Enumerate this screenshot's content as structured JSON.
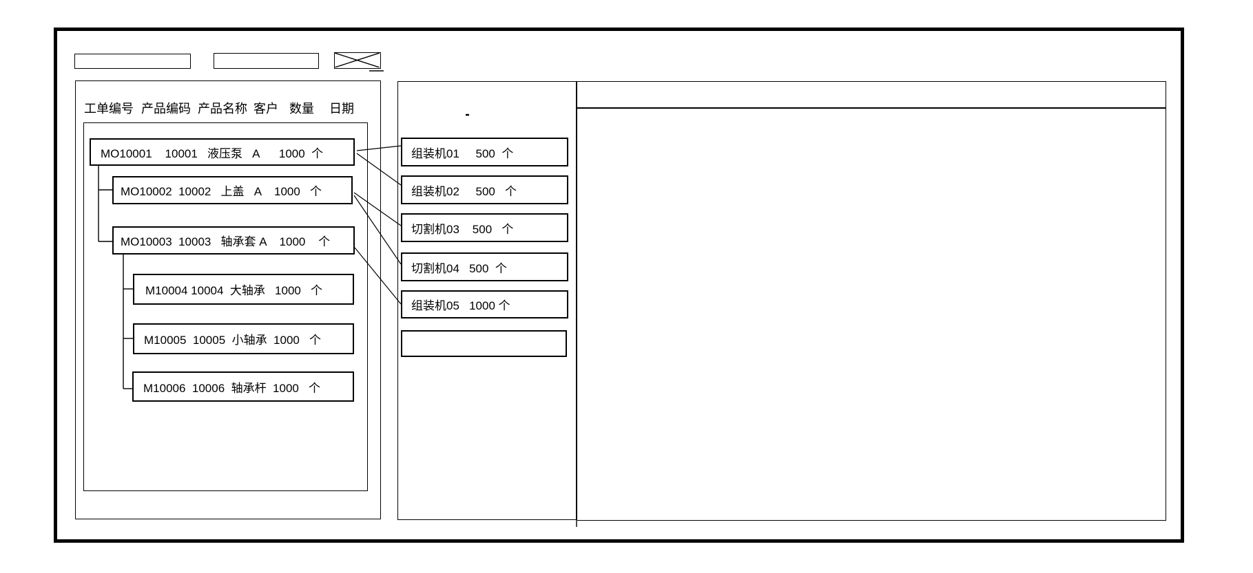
{
  "colors": {
    "line": "#000000",
    "background": "#ffffff"
  },
  "toolbar": {
    "field1_value": "",
    "field2_value": "",
    "close_box_value": ""
  },
  "left_panel": {
    "columns": [
      "工单编号",
      "产品编码",
      "产品名称",
      "客户",
      "数量",
      "日期"
    ],
    "work_orders": [
      {
        "order_no": "MO10001",
        "product_code": "10001",
        "product_name": "液压泵",
        "customer": "A",
        "qty": "1000",
        "unit": "个",
        "level": 0,
        "text": "MO10001    10001   液压泵   A      1000  个"
      },
      {
        "order_no": "MO10002",
        "product_code": "10002",
        "product_name": "上盖",
        "customer": "A",
        "qty": "1000",
        "unit": "个",
        "level": 1,
        "text": "MO10002  10002   上盖   A    1000   个"
      },
      {
        "order_no": "MO10003",
        "product_code": "10003",
        "product_name": "轴承套",
        "customer": "A",
        "qty": "1000",
        "unit": "个",
        "level": 1,
        "text": "MO10003  10003   轴承套 A    1000    个"
      },
      {
        "order_no": "M10004",
        "product_code": "10004",
        "product_name": "大轴承",
        "customer": "",
        "qty": "1000",
        "unit": "个",
        "level": 2,
        "text": "M10004 10004  大轴承   1000   个"
      },
      {
        "order_no": "M10005",
        "product_code": "10005",
        "product_name": "小轴承",
        "customer": "",
        "qty": "1000",
        "unit": "个",
        "level": 2,
        "text": "M10005  10005  小轴承  1000   个"
      },
      {
        "order_no": "M10006",
        "product_code": "10006",
        "product_name": "轴承杆",
        "customer": "",
        "qty": "1000",
        "unit": "个",
        "level": 2,
        "text": "M10006  10006  轴承杆  1000   个"
      }
    ]
  },
  "machine_panel": {
    "machines": [
      {
        "name": "组装机01",
        "qty": "500",
        "unit": "个",
        "text": "组装机01     500  个"
      },
      {
        "name": "组装机02",
        "qty": "500",
        "unit": "个",
        "text": "组装机02     500   个"
      },
      {
        "name": "切割机03",
        "qty": "500",
        "unit": "个",
        "text": "切割机03    500   个"
      },
      {
        "name": "切割机04",
        "qty": "500",
        "unit": "个",
        "text": "切割机04   500  个"
      },
      {
        "name": "组装机05",
        "qty": "1000",
        "unit": "个",
        "text": "组装机05   1000 个"
      }
    ],
    "empty_slot_text": ""
  },
  "connections": [
    {
      "from": "MO10001",
      "to": "组装机01"
    },
    {
      "from": "MO10001",
      "to": "组装机02"
    },
    {
      "from": "MO10002",
      "to": "切割机03"
    },
    {
      "from": "MO10002",
      "to": "切割机04"
    },
    {
      "from": "MO10003",
      "to": "组装机05"
    }
  ],
  "right_panel": {
    "content": ""
  }
}
